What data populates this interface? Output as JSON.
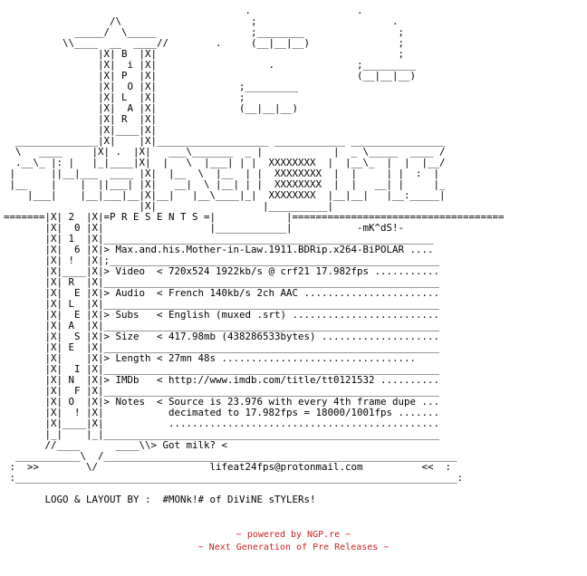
{
  "nfo_lines": [
    "                                         .                  .",
    "                  /\\                      ;                       .",
    "            _____/  \\_____                ;________                ;",
    "          \\\\____  __  ____//        .     (__|__|__)               ;",
    "                |X| B  |X|                                         ;",
    "                |X|  i |X|                   .              ;_________",
    "                |X| P  |X|                                  (__|__|__)",
    "                |X|  O |X|              ;_________",
    "                |X| L  |X|              ;",
    "                |X|  A |X|              (__|__|__)",
    "                |X| R  |X|",
    "                |X|____|X|",
    "  ______________|X|    |X|___________________ ____________ ________________",
    "  \\   ____     |X| .  |X|   ___\\_______  _ |            |  _ \\_____  ____ /",
    "  .__\\_ |: |   |_|____|X|  |   \\  |___| | |  XXXXXXXX  |  |__\\_  |  |  |__/",
    " |      ||__|___  ____ |X|  |__  \\  |__  | |  XXXXXXXX  |  |     | |  :  |  ",
    " |__    |    |  ||___| |X|   __|  \\ |__| | |  XXXXXXXX  |  |   __| |     |_ ",
    "    |___|    |__|___|__|X|__|   |__\\____|_|  XXXXXXXX  |__|__|   |__:_____|",
    "                       |X|                  |__________|",
    "=======|X| 2  |X|=P R E S E N T S =|            |====================================",
    "       |X|  0 |X|                  |____________|           -mK^dS!-",
    "       |X| 1  |X|________________________________________________________",
    "       |X|  6 |X|> Max.and.his.Mother-in-Law.1911.BDRip.x264-BiPOLAR ....",
    "       |X| !  |X|;________________________________________________________",
    "       |X|____|X|> Video  < 720x524 1922kb/s @ crf21 17.982fps ...........",
    "       |X| R  |X|_________________________________________________________",
    "       |X|  E |X|> Audio  < French 140kb/s 2ch AAC .......................",
    "       |X| L  |X|_________________________________________________________",
    "       |X|  E |X|> Subs   < English (muxed .srt) .........................",
    "       |X| A  |X|_________________________________________________________",
    "       |X|  S |X|> Size   < 417.98mb (438286533bytes) ....................",
    "       |X| E  |X|_________________________________________________________",
    "       |X|    |X|> Length < 27mn 48s .................................",
    "       |X|  I |X|_________________________________________________________",
    "       |X| N  |X|> IMDb   < http://www.imdb.com/title/tt0121532 ..........",
    "       |X|  F |X|_________________________________________________________",
    "       |X| O  |X|> Notes  < Source is 23.976 with every 4th frame dupe ...",
    "       |X|  ! |X|           decimated to 17.982fps = 18000/1001fps .......",
    "       |X|____|X|           ..............................................",
    "       |_|    |_|_________________________________________________________",
    "       //____      ____\\\\> Got milk? <",
    "  ___________\\  /____________________________________________________________",
    " :  >>        \\/                   lifeat24fps@protonmail.com          <<  :",
    " :___________________________________________________________________________:",
    "",
    "       LOGO & LAYOUT BY :  #MONk!# of DiViNE sTYLERs!"
  ],
  "footer": {
    "line1": "~ powered by NGP.re ~",
    "line2": "~ Next Generation of Pre Releases ~"
  },
  "colors": {
    "text": "#000000",
    "footer": "#cc2222",
    "background": "#ffffff"
  }
}
